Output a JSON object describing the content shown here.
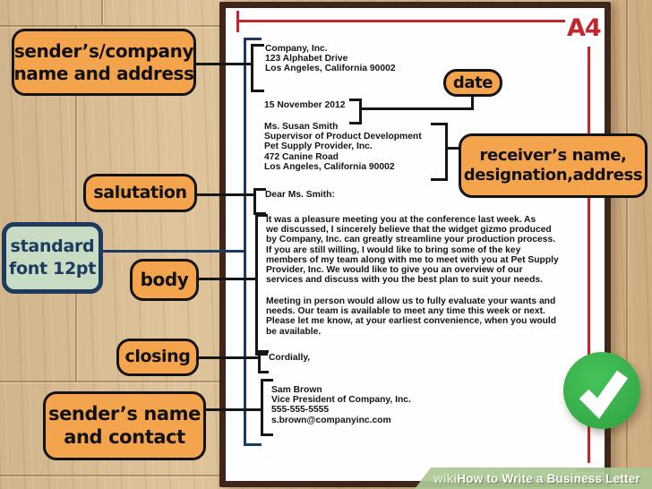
{
  "paper_size_label": "A4",
  "watermark": {
    "wiki": "wiki",
    "title": "How to Write a Business Letter"
  },
  "callouts": {
    "sender_company": [
      "sender’s/company",
      "name and address"
    ],
    "date": "date",
    "receiver": [
      "receiver’s name,",
      "designation,address"
    ],
    "salutation": "salutation",
    "standard_font": [
      "standard",
      "font 12pt"
    ],
    "body": "body",
    "closing": "closing",
    "sender_contact": [
      "sender’s name",
      "and contact"
    ]
  },
  "letter": {
    "sender_address": [
      "Company, Inc.",
      "123 Alphabet Drive",
      "Los Angeles, California 90002"
    ],
    "date": "15 November 2012",
    "recipient": [
      "Ms. Susan Smith",
      "Supervisor of Product Development",
      "Pet Supply Provider, Inc.",
      "472 Canine Road",
      "Los Angeles, California 90002"
    ],
    "salutation": "Dear Ms. Smith:",
    "body_p1": [
      "It was a pleasure meeting you at the conference last week. As",
      "we discussed, I sincerely believe that the widget gizmo produced",
      "by Company, Inc. can greatly streamline your production process.",
      "If you are still willing, I would like to bring some of the key",
      "members of my team along with me to meet with you at Pet Supply",
      "Provider, Inc. We would like to give you an overview of our",
      "services and discuss with you the best plan to suit your needs."
    ],
    "body_p2": [
      "Meeting in person would allow us to fully evaluate your wants and",
      "needs. Our team is available to meet any time this week or next.",
      "Please let me know, at your earliest convenience, when you would",
      "be available."
    ],
    "closing": "Cordially,",
    "signature": [
      "Sam Brown",
      "Vice President of Company, Inc.",
      "555-555-5555",
      "s.brown@companyinc.com"
    ]
  },
  "colors": {
    "callout_orange": "#f4a44c",
    "accent_red": "#c1272d",
    "navy": "#1e3a5f",
    "check_green": "#36ac49",
    "watermark_green": "#abc795",
    "font_box_fill": "#c8dcc4",
    "paper_border_brown": "#40251a",
    "wood_tan": "#dcbf94"
  }
}
